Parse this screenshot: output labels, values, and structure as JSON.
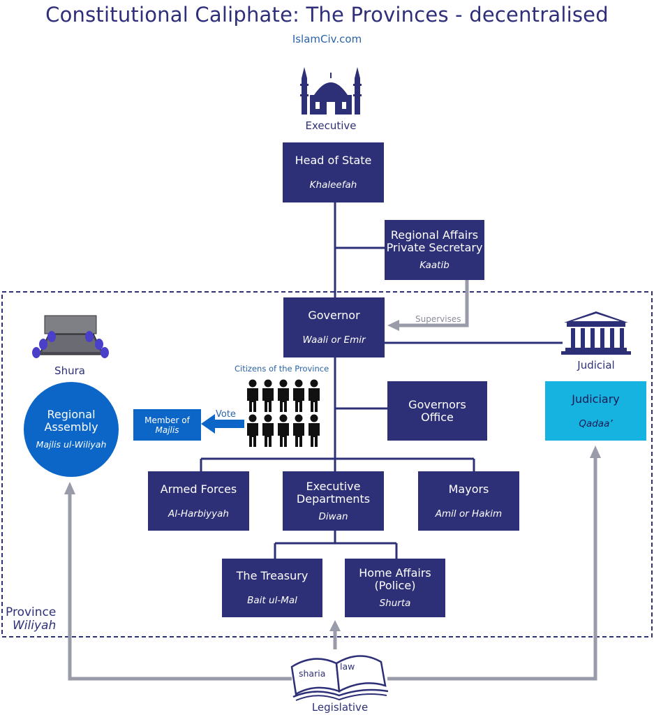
{
  "title": "Constitutional Caliphate: The Provinces - decentralised",
  "subtitle": "IslamCiv.com",
  "icons": {
    "executive": "mosque-icon",
    "shura": "meeting-table-icon",
    "judicial": "courthouse-icon",
    "legislative": "open-book-icon",
    "citizens": "people-icon"
  },
  "colors": {
    "dark_blue": "#2e3077",
    "regional_assembly": "#0b66c8",
    "judiciary": "#16b2e0",
    "arrow_grey": "#9a9ba8"
  },
  "labels": {
    "executive": "Executive",
    "shura": "Shura",
    "judicial": "Judicial",
    "legislative": "Legislative",
    "province": "Province",
    "province_arabic": "Wiliyah",
    "supervises": "Supervises",
    "citizens": "Citizens of the Province",
    "vote": "Vote",
    "book_sharia": "sharia",
    "book_law": "law"
  },
  "nodes": {
    "head_of_state": {
      "name": "Head of State",
      "arabic": "Khaleefah"
    },
    "secretary": {
      "name": "Regional Affairs\nPrivate Secretary",
      "arabic": "Kaatib"
    },
    "governor": {
      "name": "Governor",
      "arabic": "Waali or Emir"
    },
    "governors_office": {
      "name": "Governors\nOffice"
    },
    "regional_assembly": {
      "name": "Regional\nAssembly",
      "arabic": "Majlis ul-Wiliyah"
    },
    "member_of_majlis": {
      "name": "Member of",
      "arabic": "Majlis"
    },
    "judiciary": {
      "name": "Judiciary",
      "arabic": "Qadaa’"
    },
    "armed_forces": {
      "name": "Armed Forces",
      "arabic": "Al-Harbiyyah"
    },
    "executive_departments": {
      "name": "Executive\nDepartments",
      "arabic": "Diwan"
    },
    "mayors": {
      "name": "Mayors",
      "arabic": "Amil or Hakim"
    },
    "treasury": {
      "name": "The Treasury",
      "arabic": "Bait ul-Mal"
    },
    "home_affairs": {
      "name": "Home Affairs\n(Police)",
      "arabic": "Shurta"
    }
  }
}
